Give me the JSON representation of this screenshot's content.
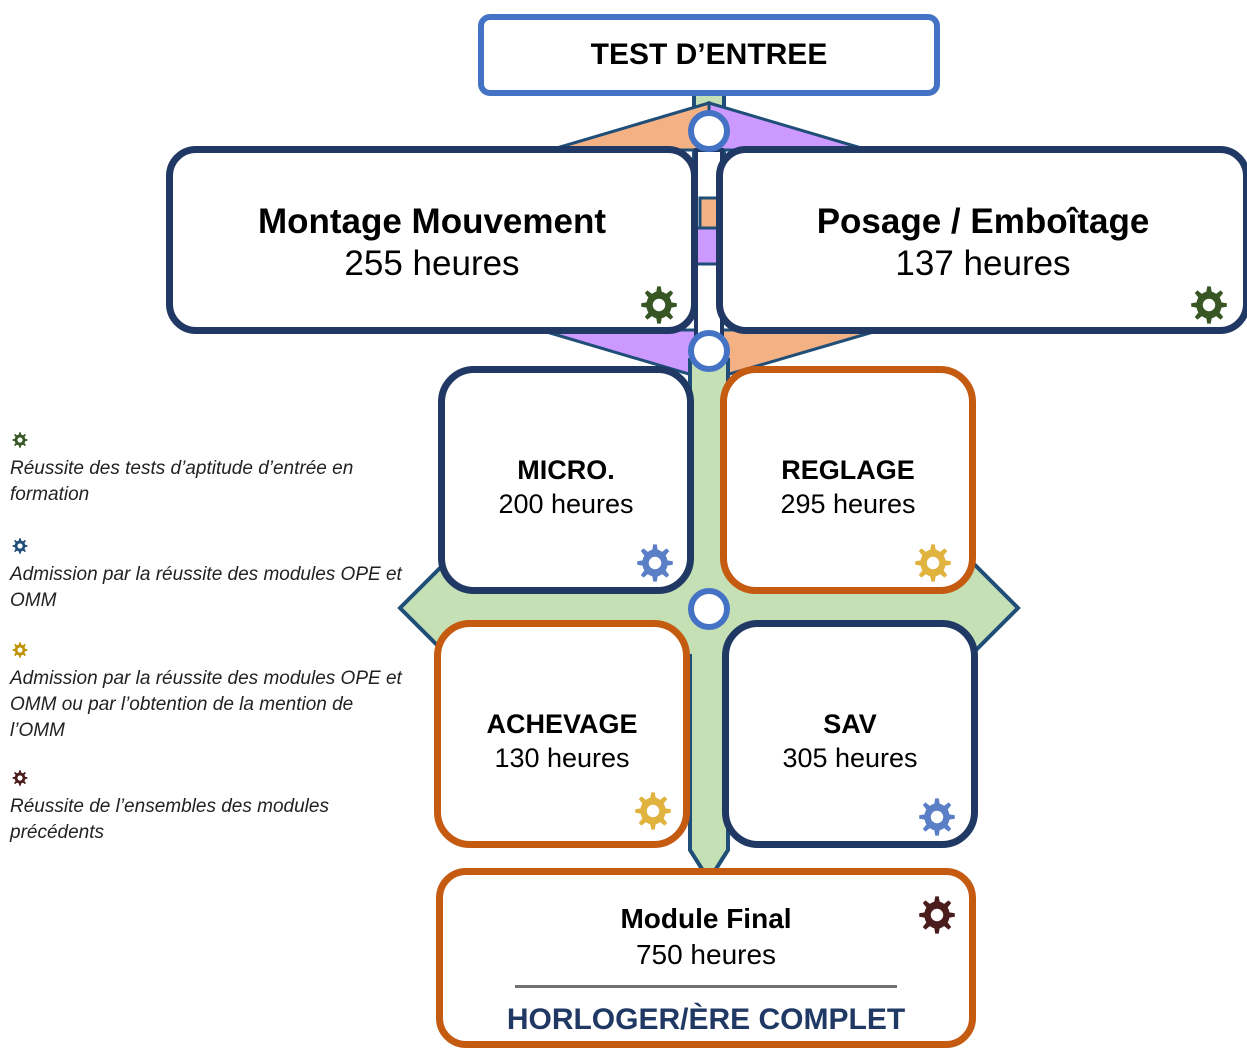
{
  "entry": {
    "label": "TEST D’ENTREE"
  },
  "montage": {
    "title": "Montage Mouvement",
    "hours": "255 heures"
  },
  "posage": {
    "title": "Posage / Emboîtage",
    "hours": "137 heures"
  },
  "micro": {
    "title": "MICRO.",
    "hours": "200 heures"
  },
  "reglage": {
    "title": "REGLAGE",
    "hours": "295 heures"
  },
  "achevage": {
    "title": "ACHEVAGE",
    "hours": "130 heures"
  },
  "sav": {
    "title": "SAV",
    "hours": "305 heures"
  },
  "final": {
    "title": "Module Final",
    "hours": "750 heures",
    "credential": "HORLOGER/ÈRE COMPLET"
  },
  "legend": [
    {
      "icon": "gear-green-icon",
      "color": "#375623",
      "text": "Réussite des tests d’aptitude d’entrée en formation"
    },
    {
      "icon": "gear-blue-icon",
      "color": "#1f4e79",
      "text": "Admission par la réussite des modules OPE et OMM"
    },
    {
      "icon": "gear-gold-icon",
      "color": "#bf9000",
      "text": "Admission par la réussite des modules OPE et OMM ou par l’obtention de la mention de l’OMM"
    },
    {
      "icon": "gear-maroon-icon",
      "color": "#4b1c1c",
      "text": "Réussite de l’ensembles des modules précédents"
    }
  ],
  "colors": {
    "navy_border": "#1f3864",
    "orange_border": "#c55a11",
    "entry_border": "#4472c4",
    "green_connector": "#c5e0b4",
    "peach_arrow": "#f4b183",
    "purple_arrow": "#cc99ff",
    "gear_green": "#375623",
    "gear_blue": "#5b7fc7",
    "gear_gold": "#e0b33f",
    "gear_maroon": "#4b1c1c"
  }
}
